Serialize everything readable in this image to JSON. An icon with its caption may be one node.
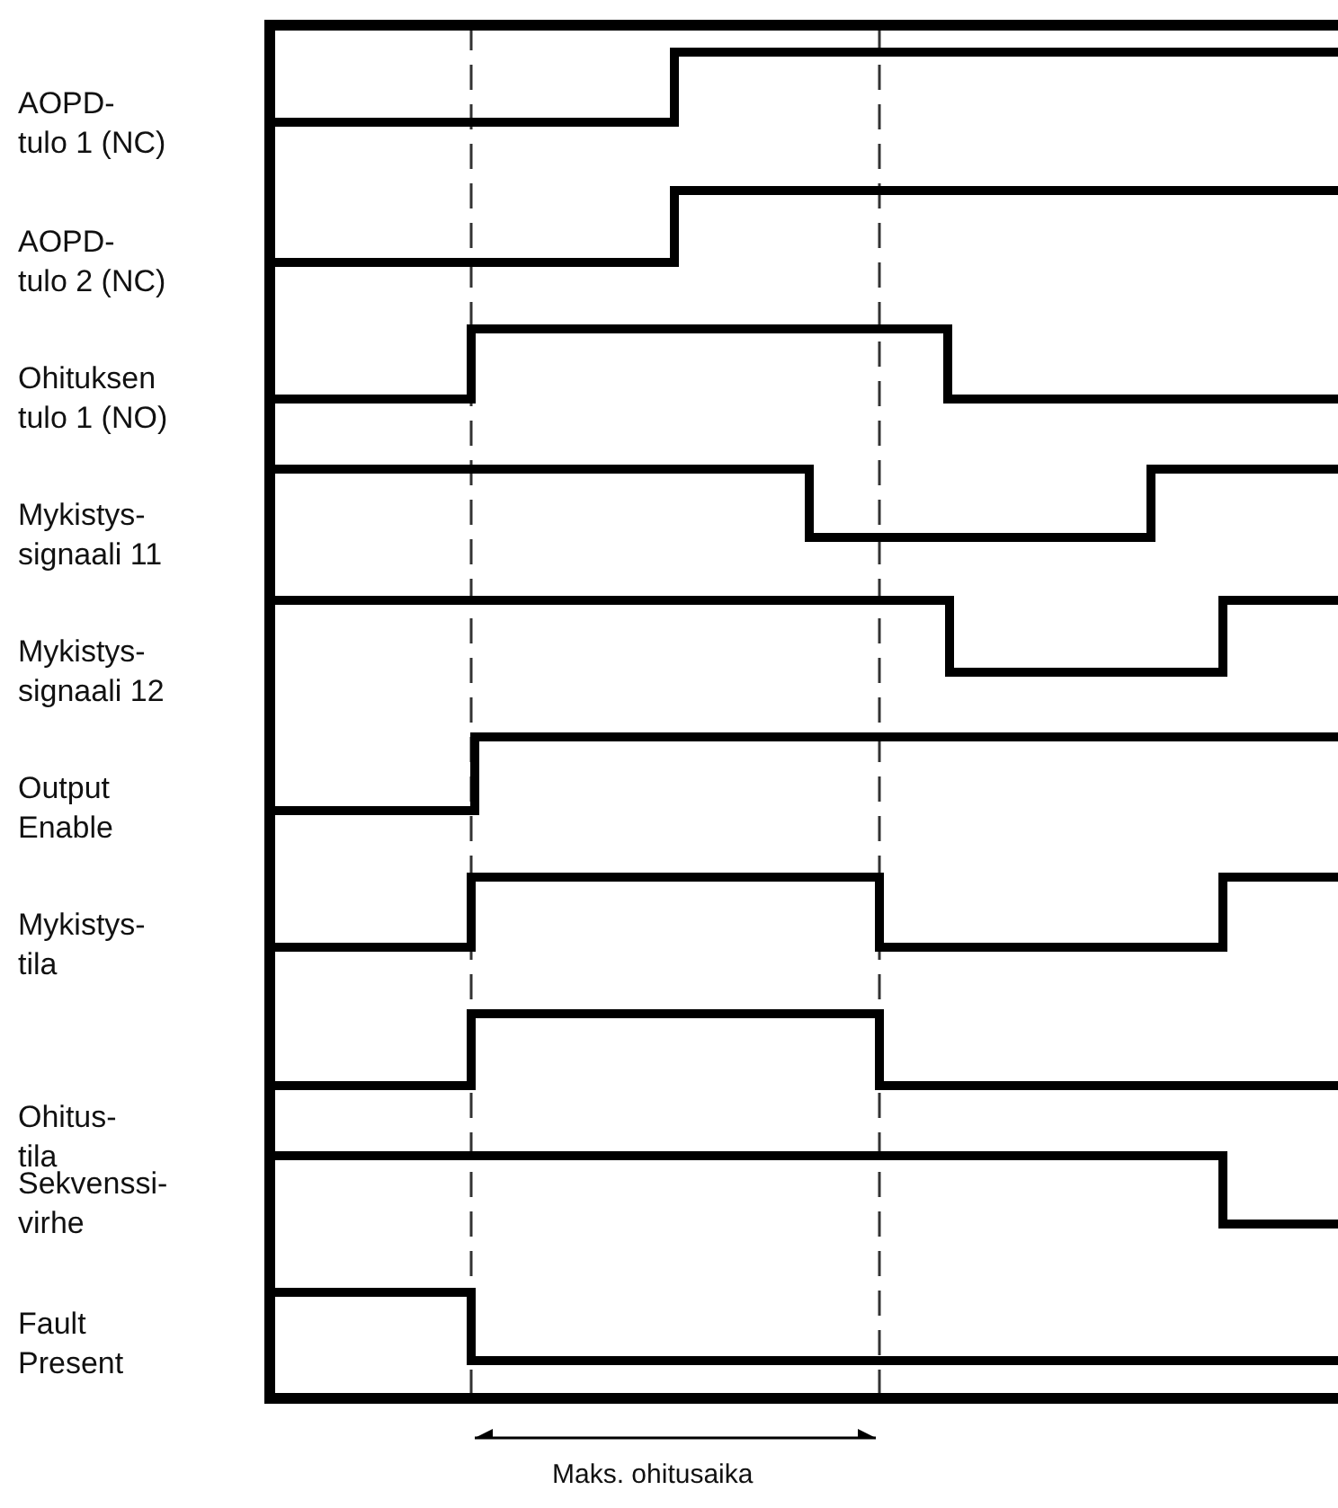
{
  "diagram": {
    "labels": [
      "AOPD- tulo 1 (NC)",
      "AOPD- tulo 2 (NC)",
      "Ohituksen tulo 1 (NO)",
      "Mykistys- signaali 11",
      "Mykistys- signaali 12",
      "Output Enable",
      "Mykistys- tila",
      "Ohitus- tila",
      "Sekvenssi- virhe",
      "Fault Present",
      "Maks. ohitusaika"
    ]
  }
}
